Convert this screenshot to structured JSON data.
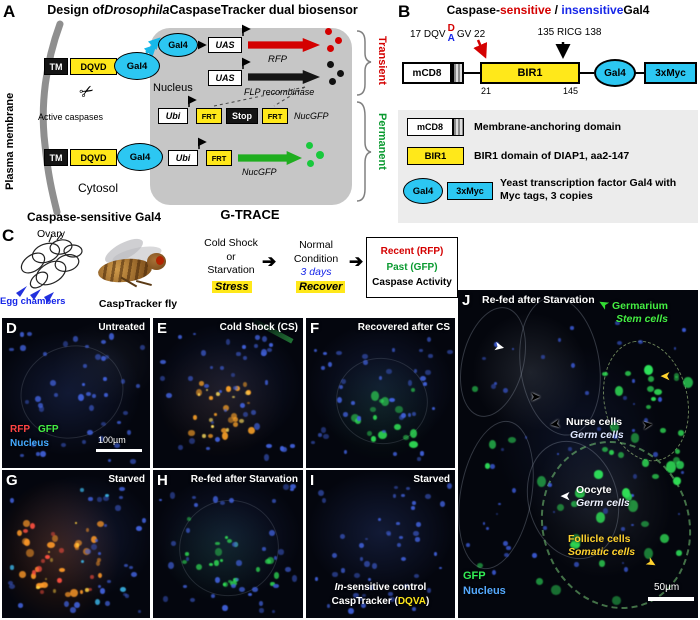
{
  "a": {
    "letter": "A",
    "title_pre": "Design of ",
    "title_italic": "Drosophila",
    "title_post": " CaspaseTracker dual biosensor",
    "tm": "TM",
    "dqvd": "DQVD",
    "gal4": "Gal4",
    "active_caspases": "Active caspases",
    "plasma_membrane": "Plasma membrane",
    "cytosol": "Cytosol",
    "bottom_label": "Caspase-sensitive Gal4",
    "nucleus": "Nucleus",
    "uas": "UAS",
    "rfp": "RFP",
    "flp": "FLP recombinase",
    "ubi": "Ubi",
    "frt": "FRT",
    "stop": "Stop",
    "nucgfp": "NucGFP",
    "transient": "Transient",
    "permanent": "Permanent",
    "gtrace": "G-TRACE"
  },
  "b": {
    "letter": "B",
    "title_pre": "Caspase-",
    "title_sensitive": "sensitive",
    "title_sep": " / ",
    "title_insensitive": "insensitive",
    "title_post": " Gal4",
    "mut_left": "17 DQV",
    "mut_d": "D",
    "mut_a": "A",
    "mut_right": "GV 22",
    "site2": "135 RICG 138",
    "mcd8": "mCD8",
    "bir1": "BIR1",
    "n21": "21",
    "n145": "145",
    "gal4": "Gal4",
    "myc": "3xMyc",
    "legend1": "Membrane-anchoring domain",
    "legend2": "BIR1 domain of DIAP1, aa2-147",
    "legend3": "Yeast transcription factor Gal4 with Myc tags, 3 copies"
  },
  "c": {
    "letter": "C",
    "ovary": "Ovary",
    "egg_chambers": "Egg chambers",
    "fly_label": "CaspTracker fly",
    "stress1": "Cold Shock",
    "stress2": "or",
    "stress3": "Starvation",
    "stress_badge": "Stress",
    "normal1": "Normal",
    "normal2": "Condition",
    "normal3": "3 days",
    "recover_badge": "Recover",
    "recent": "Recent (RFP)",
    "past": "Past (GFP)",
    "activity": "Caspase Activity"
  },
  "micro": {
    "d": {
      "letter": "D",
      "label": "Untreated",
      "rfp": "RFP",
      "gfp": "GFP",
      "nucleus": "Nucleus",
      "scale": "100µm"
    },
    "e": {
      "letter": "E",
      "label": "Cold Shock (CS)"
    },
    "f": {
      "letter": "F",
      "label": "Recovered after CS"
    },
    "g": {
      "letter": "G",
      "label": "Starved"
    },
    "h": {
      "letter": "H",
      "label": "Re-fed after Starvation"
    },
    "i": {
      "letter": "I",
      "label": "Starved",
      "ctrl1_italic": "In",
      "ctrl1_rest": "-sensitive control",
      "ctrl2_pre": "CaspTracker (",
      "ctrl2_dqva": "DQVA",
      "ctrl2_post": ")"
    }
  },
  "j": {
    "letter": "J",
    "title": "Re-fed after Starvation",
    "germarium": "Germarium",
    "stem_cells": "Stem cells",
    "nurse_cells": "Nurse cells",
    "germ_cells": "Germ cells",
    "oocyte": "Oocyte",
    "oocyte_type": "Germ cells",
    "follicle": "Follicle cells",
    "somatic": "Somatic cells",
    "gfp": "GFP",
    "nucleus": "Nucleus",
    "scale": "50µm"
  },
  "colors": {
    "gal4_cyan": "#2cc7f2",
    "domain_yellow": "#ffe81a",
    "rfp_red": "#d40000",
    "gfp_green": "#1fae1f",
    "nucleus_blue": "#4499ff"
  }
}
